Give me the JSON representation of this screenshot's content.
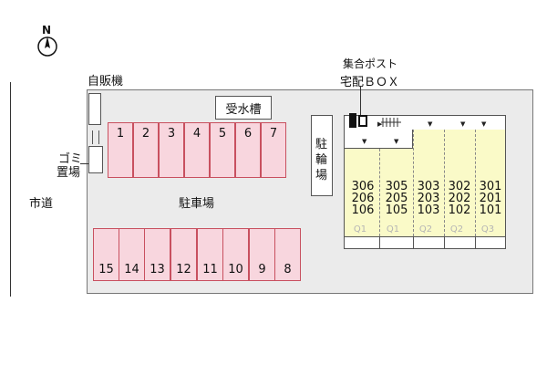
{
  "compass": {
    "letter": "N"
  },
  "labels": {
    "vending": "自販機",
    "garbage_line1": "ゴミ",
    "garbage_line2": "置場",
    "road": "市道",
    "water_tank": "受水槽",
    "bike_line1": "駐",
    "bike_line2": "輪",
    "bike_line3": "場",
    "parking": "駐車場",
    "mailbox": "集合ポスト",
    "delivery_box": "宅配ＢＯＸ"
  },
  "parking_top": [
    "1",
    "2",
    "3",
    "4",
    "5",
    "6",
    "7"
  ],
  "parking_bottom": [
    "15",
    "14",
    "13",
    "12",
    "11",
    "10",
    "9",
    "8"
  ],
  "building_units": [
    {
      "rooms": [
        "306",
        "206",
        "106"
      ],
      "tag": "Q1"
    },
    {
      "rooms": [
        "305",
        "205",
        "105"
      ],
      "tag": "Q1"
    },
    {
      "rooms": [
        "303",
        "203",
        "103"
      ],
      "tag": "Q2"
    },
    {
      "rooms": [
        "302",
        "202",
        "102"
      ],
      "tag": "Q2"
    },
    {
      "rooms": [
        "301",
        "201",
        "101"
      ],
      "tag": "Q3"
    }
  ],
  "colors": {
    "parking_fill": "#f8d6de",
    "parking_border": "#c8505f",
    "building_fill": "#fafac8",
    "lot_fill": "#ebebeb"
  }
}
